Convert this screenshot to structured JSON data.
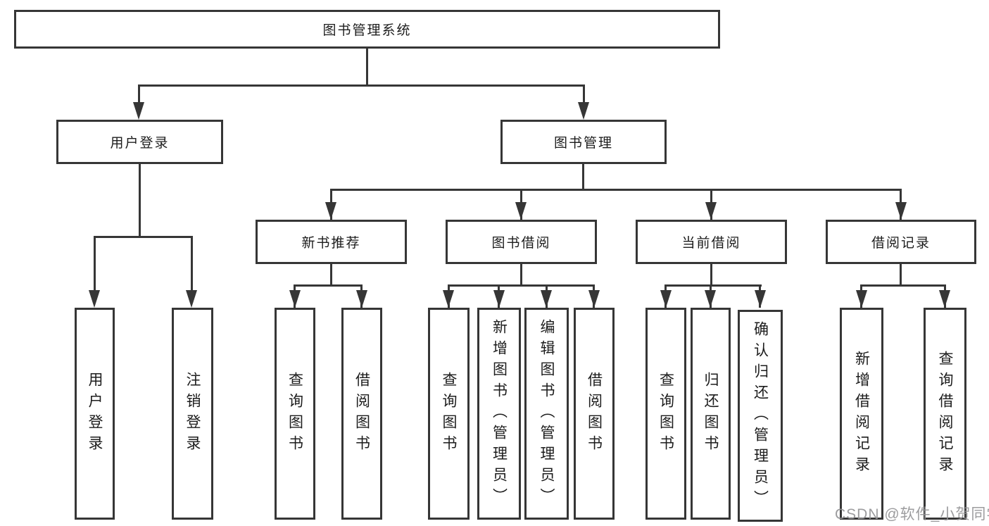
{
  "colors": {
    "background": "#ffffff",
    "box_border": "#363636",
    "connector_line": "#363636",
    "text": "#1c1c1c",
    "watermark": "#949496"
  },
  "nodes": {
    "root": "图书管理系统",
    "level2": [
      "用户登录",
      "图书管理"
    ],
    "level3": [
      "新书推荐",
      "图书借阅",
      "当前借阅",
      "借阅记录"
    ],
    "level4": {
      "user_login": [
        "用户登录",
        "注销登录"
      ],
      "new_book": [
        "查询图书",
        "借阅图书"
      ],
      "book_borrow": [
        "查询图书",
        "新增图书（管理员）",
        "编辑图书（管理员）",
        "借阅图书"
      ],
      "current_borrow": [
        "查询图书",
        "归还图书",
        "确认归还（管理员）"
      ],
      "borrow_record": [
        "新增借阅记录",
        "查询借阅记录"
      ]
    }
  },
  "watermark": {
    "text": "CSDN @软件_小贺同学"
  }
}
